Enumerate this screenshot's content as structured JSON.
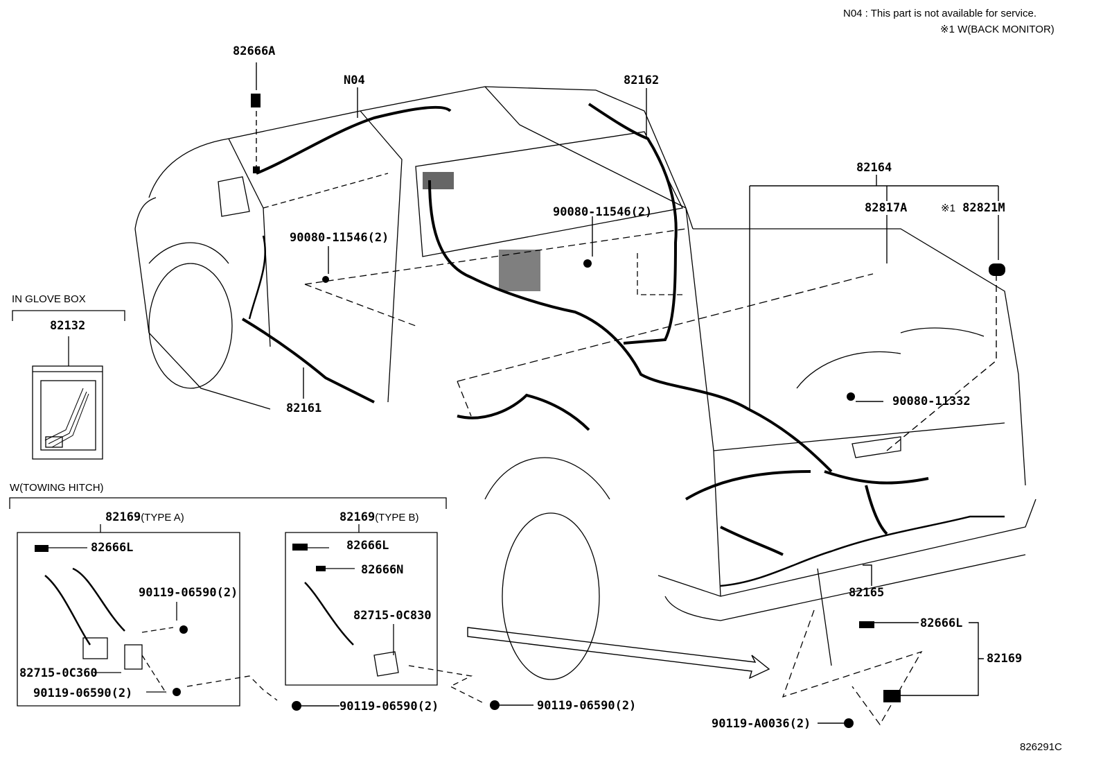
{
  "notes": {
    "n04_note": "N04 : This part is not available for service.",
    "back_monitor_note": "※1 W(BACK MONITOR)"
  },
  "illustration_id": "826291C",
  "main_labels": {
    "p82666A": "82666A",
    "pN04": "N04",
    "p82162": "82162",
    "p82164": "82164",
    "p82817A": "82817A",
    "p82821M_mark": "※1",
    "p82821M": "82821M",
    "bolt_11546_left": "90080-11546(2)",
    "bolt_11546_right": "90080-11546(2)",
    "p82161": "82161",
    "bolt_11332": "90080-11332",
    "p82165": "82165",
    "p82666L_rear": "82666L",
    "p82169_rear": "82169",
    "bolt_A0036": "90119-A0036(2)",
    "bolt_06590_a_bottom": "90119-06590(2)",
    "bolt_06590_b_bottom": "90119-06590(2)"
  },
  "glove_box": {
    "title": "IN GLOVE BOX",
    "part": "82132"
  },
  "towing_hitch": {
    "title": "W(TOWING HITCH)",
    "type_a": {
      "part": "82169",
      "type": "(TYPE A)",
      "items": [
        "82666L",
        "90119-06590(2)",
        "82715-0C360",
        "90119-06590(2)"
      ]
    },
    "type_b": {
      "part": "82169",
      "type": "(TYPE B)",
      "items": [
        "82666L",
        "82666N",
        "82715-0C830"
      ]
    }
  }
}
